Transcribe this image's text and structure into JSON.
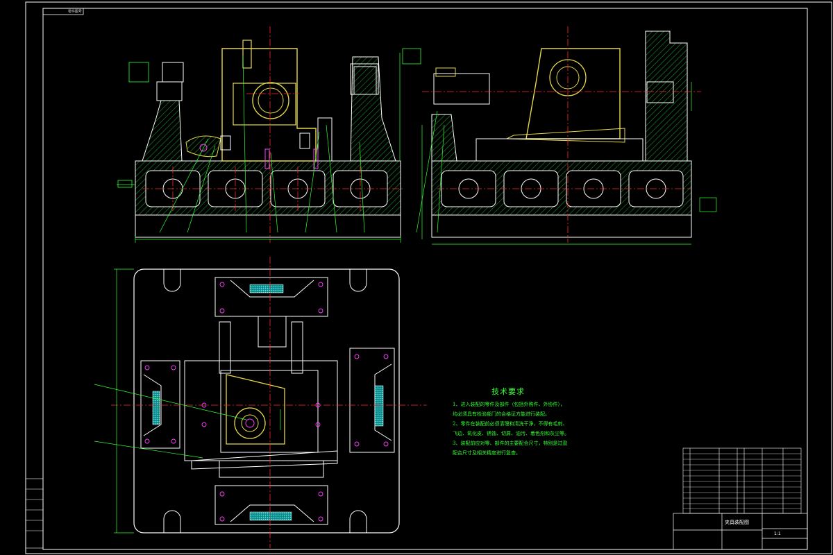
{
  "drawing": {
    "corner_label": "零件图号",
    "colors": {
      "background": "#000000",
      "outline": "#ffffff",
      "part_yellow": "#e6d84a",
      "dimension_green": "#33ff33",
      "center_red": "#ff2a2a",
      "hatch_green": "#1e8f2a",
      "accent_cyan": "#31d0d0",
      "accent_magenta": "#ff3fff"
    }
  },
  "technical_requirements": {
    "title": "技术要求",
    "lines": [
      "1、进入装配的零件及部件（包括外购件、外协件），",
      "均必须具有检验部门的合格证方能进行装配。",
      "2、零件在装配前必须清理和清洗干净，不得有毛刺、",
      "飞边、氧化皮、锈蚀、切屑、油污、着色剂和灰尘等。",
      "3、装配前应对零、部件的主要配合尺寸，特别是过盈",
      "配合尺寸及相关精度进行复查。"
    ]
  },
  "title_block": {
    "drawing_name": "夹具装配图",
    "scale": "1:1"
  }
}
